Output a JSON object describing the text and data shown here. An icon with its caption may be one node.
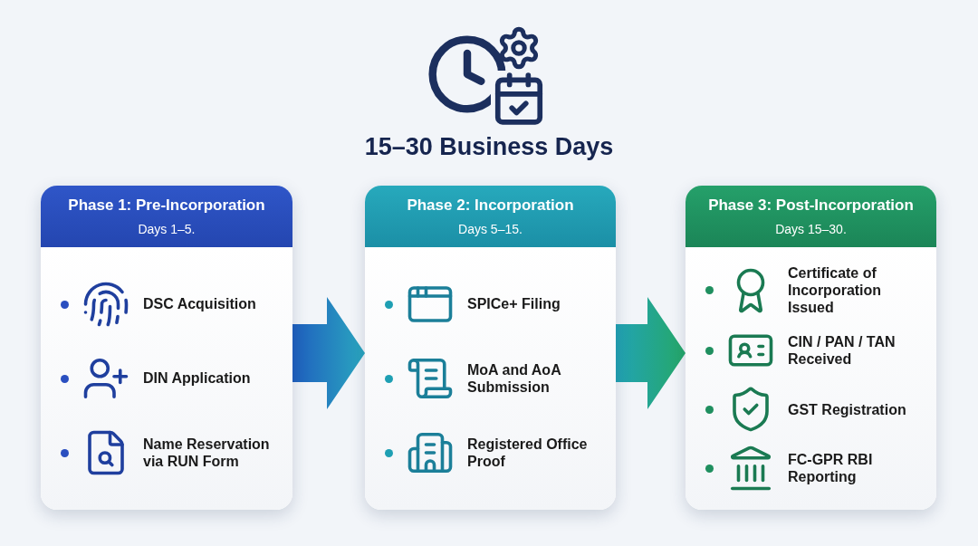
{
  "diagram": {
    "title": "15–30 Business Days",
    "nodes": [
      {
        "text": [
          "Phase 1: Pre-Incorporation",
          "Days 1–5."
        ]
      },
      {
        "text": [
          "Phase 2: Incorporation",
          "Days 5–15."
        ]
      },
      {
        "text": [
          "Phase 3: Post-Incorporation",
          "Days 15–30."
        ]
      },
      {
        "text": [
          "DSC Acquisition"
        ],
        "in": 0
      },
      {
        "text": [
          "DIN Application"
        ],
        "in": 0
      },
      {
        "text": [
          "Name Reservation via RUN Form"
        ],
        "in": 0
      },
      {
        "text": [
          "SPICe+ Filing"
        ],
        "in": 1
      },
      {
        "text": [
          "MoA and AoA Submission"
        ],
        "in": 1
      },
      {
        "text": [
          "Registered Office Proof"
        ],
        "in": 1
      },
      {
        "text": [
          "Certificate of Incorporation Issued"
        ],
        "in": 2
      },
      {
        "text": [
          "CIN / PAN / TAN Received"
        ],
        "in": 2
      },
      {
        "text": [
          "GST Registration"
        ],
        "in": 2
      },
      {
        "text": [
          "FC-GPR RBI Reporting"
        ],
        "in": 2
      }
    ],
    "edges": [
      {
        "from": 0,
        "to": 1,
        "arrow": "to",
        "style": "thick"
      },
      {
        "from": 1,
        "to": 2,
        "arrow": "to",
        "style": "thick"
      }
    ]
  }
}
